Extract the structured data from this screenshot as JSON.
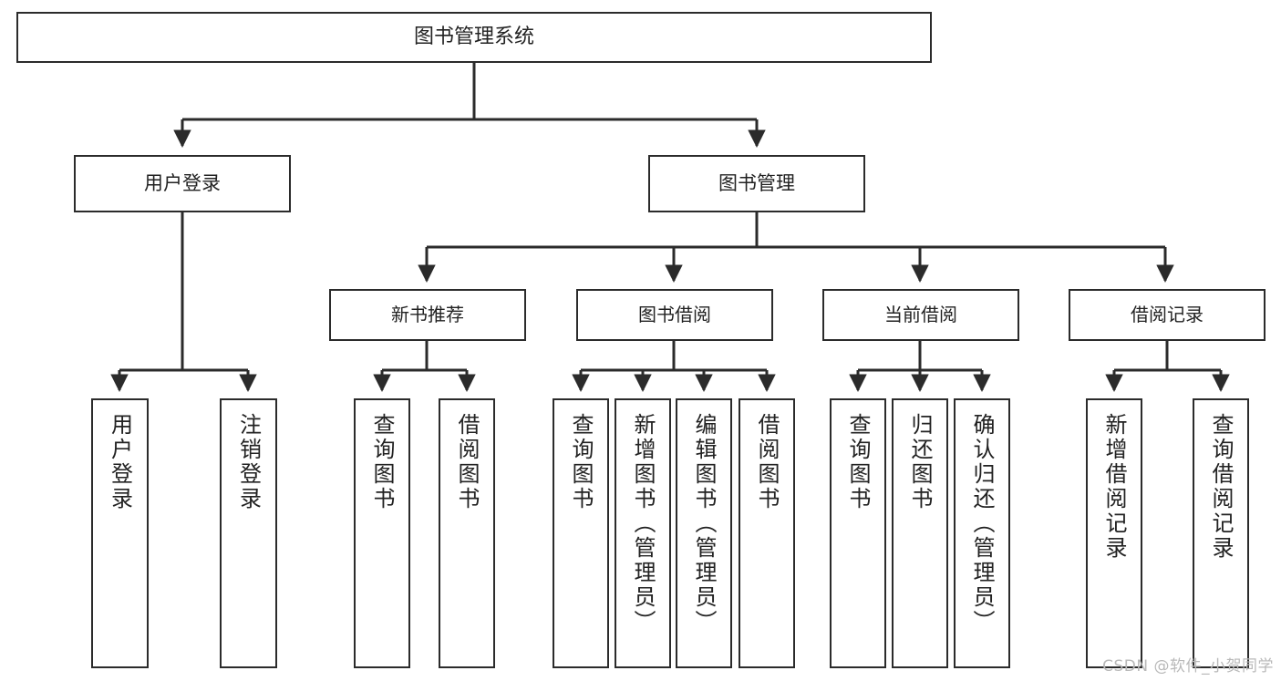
{
  "diagram": {
    "title": "图书管理系统",
    "type": "functional-structure-tree",
    "theme": {
      "background": "#ffffff",
      "stroke": "#2b2b2b",
      "text": "#222222",
      "watermark": "#b9b9b9"
    },
    "root": {
      "label": "图书管理系统"
    },
    "level2": [
      {
        "label": "用户登录"
      },
      {
        "label": "图书管理"
      }
    ],
    "level3": [
      {
        "label": "新书推荐"
      },
      {
        "label": "图书借阅"
      },
      {
        "label": "当前借阅"
      },
      {
        "label": "借阅记录"
      }
    ],
    "leaves": {
      "user_login": [
        {
          "label": "用户登录"
        },
        {
          "label": "注销登录"
        }
      ],
      "new_book": [
        {
          "label": "查询图书"
        },
        {
          "label": "借阅图书"
        }
      ],
      "book_borrow": [
        {
          "label": "查询图书"
        },
        {
          "label": "新增图书（管理员）"
        },
        {
          "label": "编辑图书（管理员）"
        },
        {
          "label": "借阅图书"
        }
      ],
      "current_borrow": [
        {
          "label": "查询图书"
        },
        {
          "label": "归还图书"
        },
        {
          "label": "确认归还（管理员）"
        }
      ],
      "borrow_records": [
        {
          "label": "新增借阅记录"
        },
        {
          "label": "查询借阅记录"
        }
      ]
    },
    "watermark": "CSDN @软件_小贺同学"
  }
}
